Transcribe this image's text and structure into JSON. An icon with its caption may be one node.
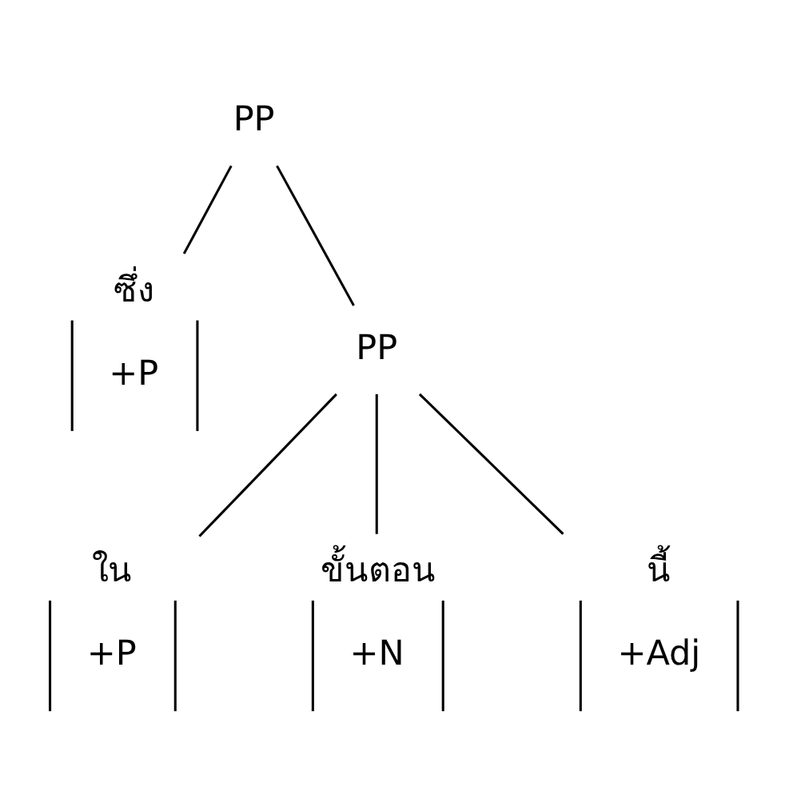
{
  "diagram": {
    "nodes": [
      {
        "text": [
          "PP"
        ]
      },
      {
        "text": [
          "ซึ่ง",
          "+P"
        ]
      },
      {
        "text": [
          "PP"
        ]
      },
      {
        "text": [
          "ใน",
          "+P"
        ]
      },
      {
        "text": [
          "ขั้นตอน",
          "+N"
        ]
      },
      {
        "text": [
          "นี้",
          "+Adj"
        ]
      }
    ],
    "edges": [
      {
        "from": 0,
        "to": 1,
        "arrow": "none"
      },
      {
        "from": 0,
        "to": 2,
        "arrow": "none"
      },
      {
        "from": 2,
        "to": 3,
        "arrow": "none"
      },
      {
        "from": 2,
        "to": 4,
        "arrow": "none"
      },
      {
        "from": 2,
        "to": 5,
        "arrow": "none"
      }
    ]
  }
}
